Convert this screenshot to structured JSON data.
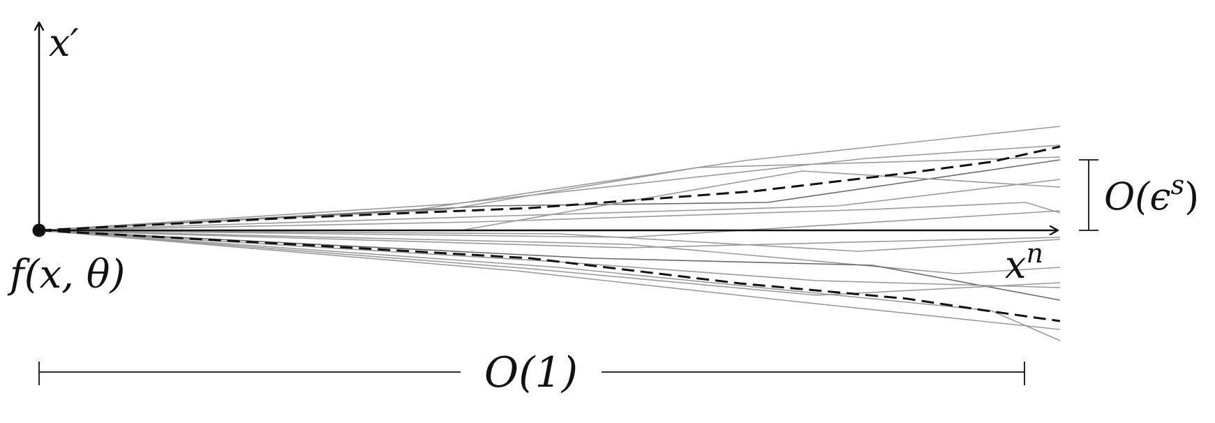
{
  "diagram": {
    "y_axis_label": "x′",
    "x_axis_label_base": "x",
    "x_axis_label_sup": "n",
    "origin_label": "f(x, θ)",
    "spread_label_base": "O(ϵ",
    "spread_label_sup": "s",
    "spread_label_close": ")",
    "length_label": "O(1)"
  },
  "colors": {
    "axis": "#111111",
    "trajectory": "#9a9a9a",
    "trajectory_dark": "#6a6a6a",
    "envelope": "#111111"
  }
}
